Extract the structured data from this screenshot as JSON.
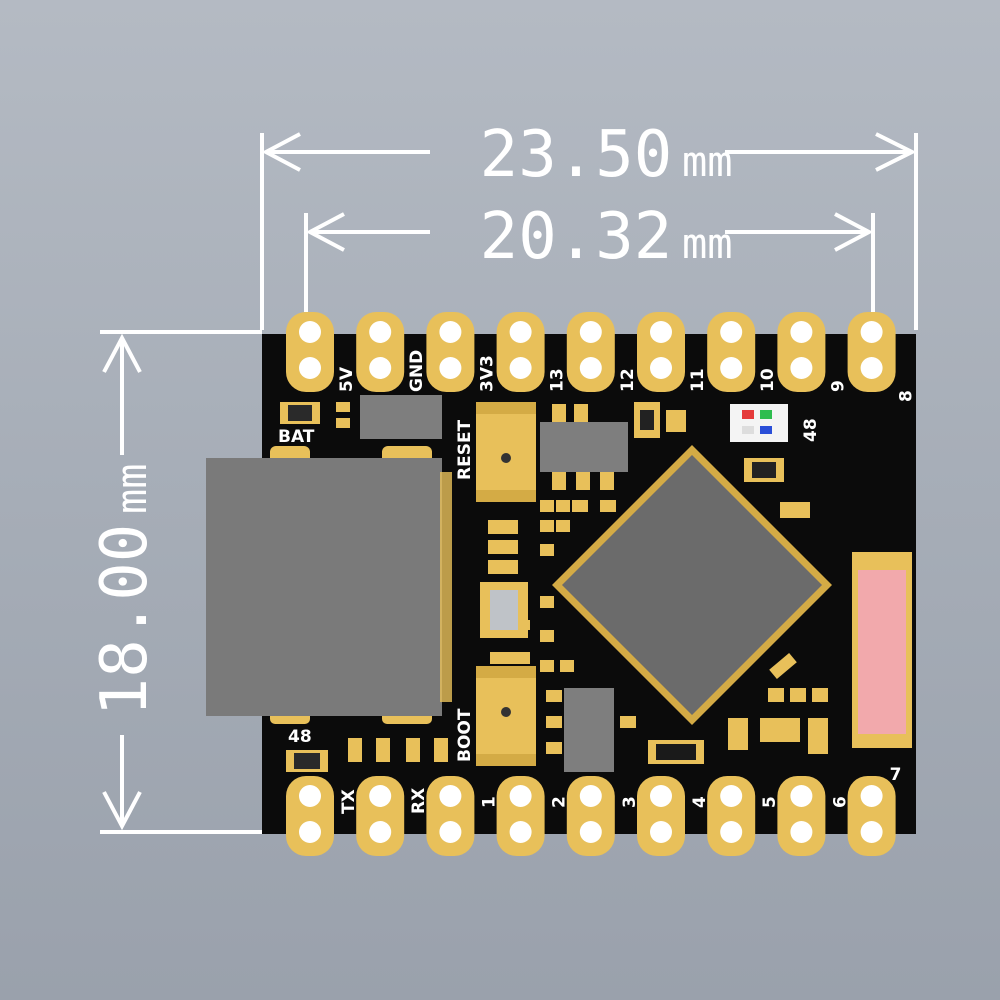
{
  "dimensions": {
    "width_outer": {
      "value": "23.50",
      "unit": "mm"
    },
    "width_pitch": {
      "value": "20.32",
      "unit": "mm"
    },
    "height": {
      "value": "18.00",
      "unit": "mm"
    }
  },
  "board": {
    "top_labels": [
      "5V",
      "GND",
      "3V3",
      "13",
      "12",
      "11",
      "10",
      "9",
      "8"
    ],
    "bottom_labels": [
      "TX",
      "RX",
      "1",
      "2",
      "3",
      "4",
      "5",
      "6",
      "7"
    ],
    "bat_label": "BAT",
    "reset_label": "RESET",
    "boot_label": "BOOT",
    "led_label": "48",
    "led_label_bottom": "48"
  },
  "colors": {
    "pcb": "#0b0b0b",
    "gold": "#e8c05a",
    "usb_shell": "#7a7a7a",
    "antenna": "#f2a9ac",
    "dimension_lines": "#ffffff"
  }
}
